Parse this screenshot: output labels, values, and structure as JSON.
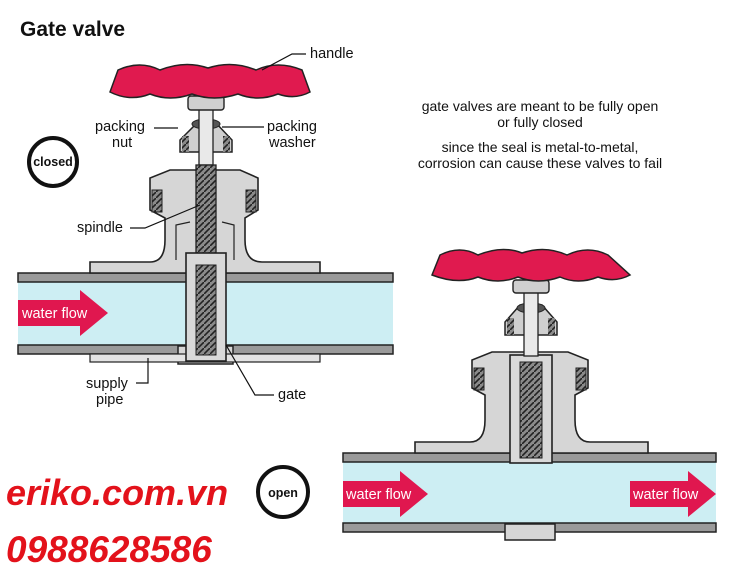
{
  "title": "Gate valve",
  "labels": {
    "handle": "handle",
    "packing_nut_1": "packing",
    "packing_nut_2": "nut",
    "packing_washer_1": "packing",
    "packing_washer_2": "washer",
    "spindle": "spindle",
    "supply_pipe_1": "supply",
    "supply_pipe_2": "pipe",
    "gate": "gate"
  },
  "notes": {
    "line1": "gate valves are meant to be fully open",
    "line2": "or fully closed",
    "line3": "since the seal is metal-to-metal,",
    "line4": "corrosion can cause these valves to fail"
  },
  "states": {
    "closed": "closed",
    "open": "open"
  },
  "flow": {
    "left_closed": "water flow",
    "left_open": "water flow",
    "right_open": "water flow"
  },
  "watermark": {
    "site": "eriko.com.vn",
    "phone": "0988628586"
  },
  "colors": {
    "handle": "#e01a4f",
    "water": "#cdeef3",
    "arrow": "#e0174f",
    "body": "#d6d6d6",
    "outline": "#222222",
    "watermark": "#e3121b"
  }
}
